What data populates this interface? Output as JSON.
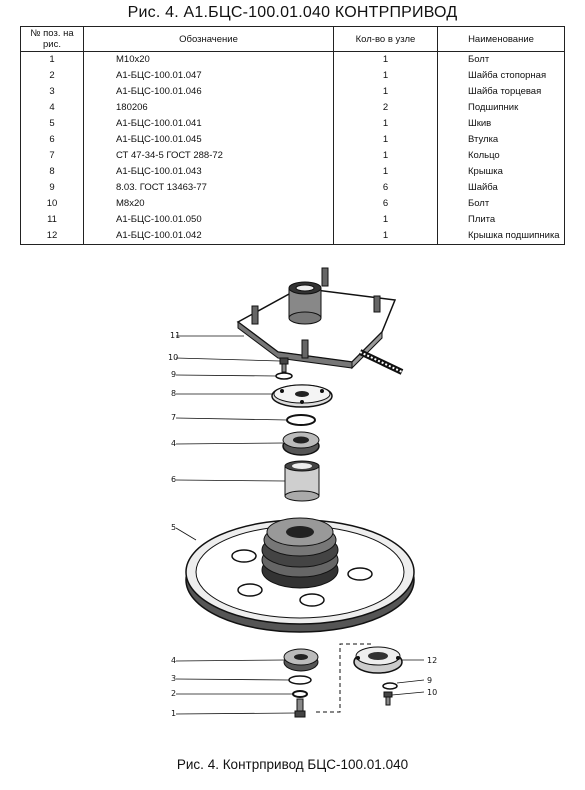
{
  "title": "Рис. 4.   А1.БЦС-100.01.040   КОНТРПРИВОД",
  "table": {
    "headers": {
      "pos": "№ поз. на рис.",
      "designation": "Обозначение",
      "qty": "Кол-во в узле",
      "name": "Наименование"
    },
    "rows": [
      {
        "pos": "1",
        "designation": "М10х20",
        "qty": "1",
        "name": "Болт"
      },
      {
        "pos": "2",
        "designation": "А1-БЦС-100.01.047",
        "qty": "1",
        "name": "Шайба стопорная"
      },
      {
        "pos": "3",
        "designation": "А1-БЦС-100.01.046",
        "qty": "1",
        "name": "Шайба торцевая"
      },
      {
        "pos": "4",
        "designation": "180206",
        "qty": "2",
        "name": "Подшипник"
      },
      {
        "pos": "5",
        "designation": "А1-БЦС-100.01.041",
        "qty": "1",
        "name": "Шкив"
      },
      {
        "pos": "6",
        "designation": "А1-БЦС-100.01.045",
        "qty": "1",
        "name": "Втулка"
      },
      {
        "pos": "7",
        "designation": "СТ 47-34-5 ГОСТ 288-72",
        "qty": "1",
        "name": "Кольцо"
      },
      {
        "pos": "8",
        "designation": "А1-БЦС-100.01.043",
        "qty": "1",
        "name": "Крышка"
      },
      {
        "pos": "9",
        "designation": "8.03. ГОСТ 13463-77",
        "qty": "6",
        "name": "Шайба"
      },
      {
        "pos": "10",
        "designation": "М8х20",
        "qty": "6",
        "name": "Болт"
      },
      {
        "pos": "11",
        "designation": "А1-БЦС-100.01.050",
        "qty": "1",
        "name": "Плита"
      },
      {
        "pos": "12",
        "designation": "А1-БЦС-100.01.042",
        "qty": "1",
        "name": "Крышка подшипника"
      }
    ]
  },
  "drawing": {
    "callouts": {
      "c11": "11",
      "c10": "10",
      "c9": "9",
      "c8": "8",
      "c7": "7",
      "c4": "4",
      "c6": "6",
      "c5": "5",
      "c4b": "4",
      "c3": "3",
      "c2": "2",
      "c1": "1",
      "c12": "12",
      "c9b": "9",
      "c10b": "10"
    }
  },
  "caption": "Рис. 4. Контрпривод БЦС-100.01.040"
}
